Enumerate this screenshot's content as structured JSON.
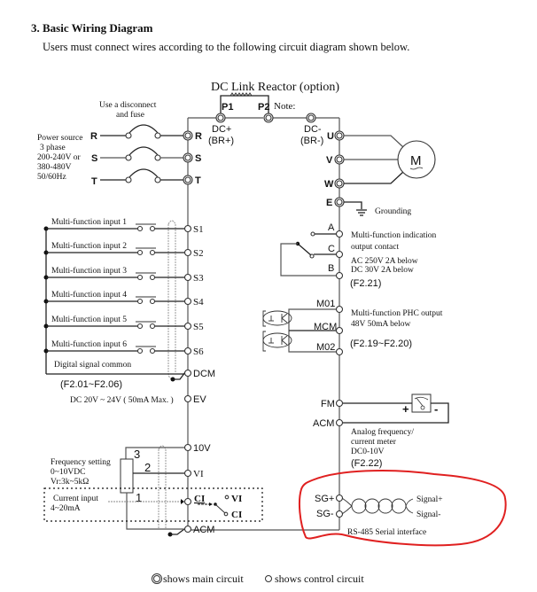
{
  "document": {
    "heading": "3. Basic Wiring Diagram",
    "intro": "Users must connect wires according to the following circuit diagram shown below."
  },
  "diagram": {
    "reactor": {
      "title": "DC Link Reactor (option)",
      "p1": "P1",
      "p2": "P2",
      "note": "Note:",
      "dc_plus": "DC+",
      "br_plus": "(BR+)",
      "dc_minus": "DC-",
      "br_minus": "(BR-)"
    },
    "power": {
      "disconnect_line1": "Use a disconnect",
      "disconnect_line2": "and fuse",
      "source_lines": [
        "Power source",
        "3 phase",
        "200-240V or",
        "380-480V",
        "50/60Hz"
      ],
      "phases": [
        "R",
        "S",
        "T"
      ],
      "terminals": [
        "R",
        "S",
        "T"
      ]
    },
    "motor": {
      "terminals": [
        "U",
        "V",
        "W",
        "E"
      ],
      "symbol": "M",
      "grounding": "Grounding"
    },
    "digital_inputs": {
      "labels": [
        "Multi-function input 1",
        "Multi-function input 2",
        "Multi-function input 3",
        "Multi-function input 4",
        "Multi-function input 5",
        "Multi-function input 6"
      ],
      "terminals": [
        "S1",
        "S2",
        "S3",
        "S4",
        "S5",
        "S6"
      ],
      "common_label": "Digital signal common",
      "common_terminal": "DCM",
      "params": "(F2.01~F2.06)",
      "ev_label": "DC 20V ~ 24V ( 50mA Max. )",
      "ev_terminal": "EV"
    },
    "relay_output": {
      "terminals": [
        "A",
        "C",
        "B"
      ],
      "lines": [
        "Multi-function indication",
        "output contact",
        "AC 250V 2A below",
        "DC 30V 2A below"
      ],
      "params": "(F2.21)"
    },
    "phc_output": {
      "terminals": [
        "M01",
        "MCM",
        "M02"
      ],
      "lines": [
        "Multi-function PHC output",
        "48V 50mA below"
      ],
      "params": "(F2.19~F2.20)"
    },
    "analog_meter": {
      "terminals": [
        "FM",
        "ACM"
      ],
      "plus": "+",
      "minus": "-",
      "lines": [
        "Analog frequency/",
        "current meter",
        "DC0-10V"
      ],
      "params": "(F2.22)"
    },
    "analog_inputs": {
      "terminals": [
        "10V",
        "VI",
        "CI",
        "ACM"
      ],
      "pot_pins": [
        "3",
        "2",
        "1"
      ],
      "freq_lines": [
        "Frequency setting",
        "0~10VDC",
        "Vr:3k~5kΩ"
      ],
      "current_lines": [
        "Current input",
        "4~20mA"
      ],
      "switch_label": "CI",
      "switch_options": [
        "VI",
        "CI"
      ]
    },
    "rs485": {
      "terminals": [
        "SG+",
        "SG-"
      ],
      "signals": [
        "Signal+",
        "Signal-"
      ],
      "label": "RS-485 Serial interface",
      "highlight_color": "#e02020"
    }
  },
  "legend": {
    "main_circuit": "shows main circuit",
    "control_circuit": "shows control circuit"
  }
}
